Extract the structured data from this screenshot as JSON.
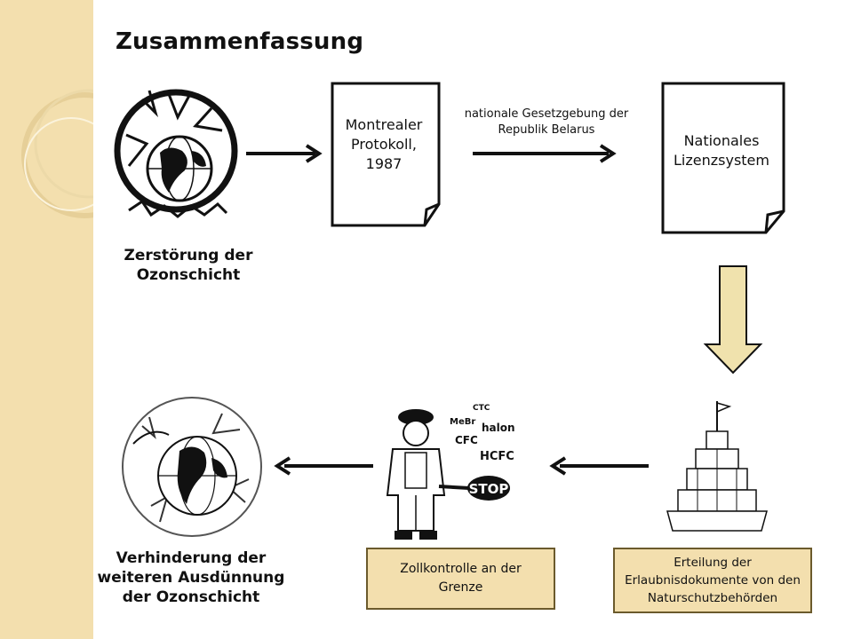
{
  "title": "Zusammenfassung",
  "nodes": {
    "ozone_destruction": "Zerstörung der Ozonschicht",
    "montreal_protocol": "Montrealer Protokoll, 1987",
    "legislation": "nationale Gesetzgebung der Republik Belarus",
    "licensing": "Nationales Lizenzsystem",
    "permits": "Erteilung der Erlaubnisdokumente von den Naturschutzbehörden",
    "customs": "Zollkontrolle an der Grenze",
    "prevention": "Verhinderung  der weiteren Ausdünnung der Ozonschicht"
  },
  "substances": [
    "CTC",
    "MeBr",
    "halon",
    "CFC",
    "HCFC"
  ],
  "stop_sign": "STOP",
  "colors": {
    "sidebar": "#f3dfae",
    "box_fill": "#f3dfae",
    "box_border": "#6b5a2c",
    "down_arrow": "#f0e2ad"
  }
}
